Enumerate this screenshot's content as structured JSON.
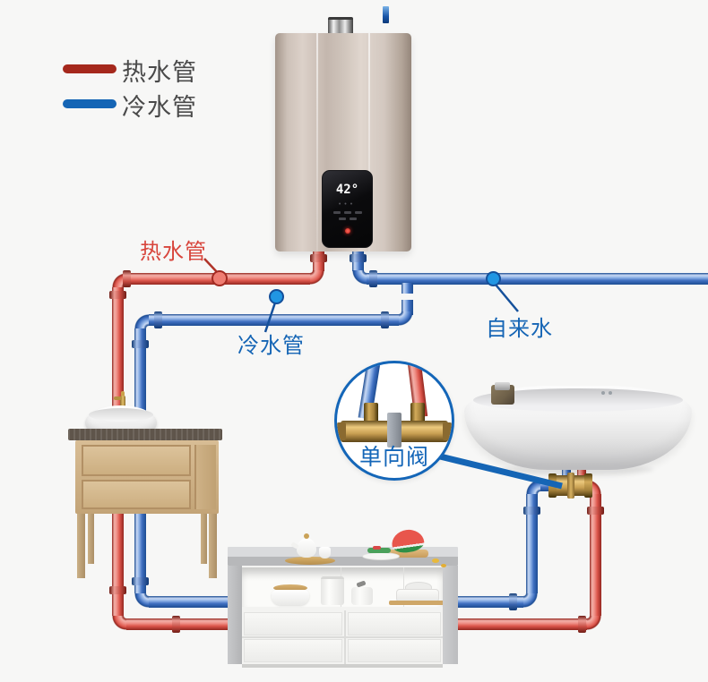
{
  "diagram": {
    "title_context": "water-heater-plumbing-diagram",
    "legend": [
      {
        "name": "hot-water-pipe",
        "label": "热水管",
        "color": "#a5281c"
      },
      {
        "name": "cold-water-pipe",
        "label": "冷水管",
        "color": "#1565b5"
      }
    ],
    "callouts": {
      "hot_pipe": "热水管",
      "cold_pipe": "冷水管",
      "tap_water": "自来水",
      "check_valve": "单向阀"
    },
    "heater": {
      "display_temperature": "42°"
    },
    "colors": {
      "hot_label": "#d8453c",
      "cold_label": "#1565b5",
      "hot_pipe": "#dd564c",
      "cold_pipe": "#3f6fc0",
      "background": "#f7f7f6"
    }
  }
}
